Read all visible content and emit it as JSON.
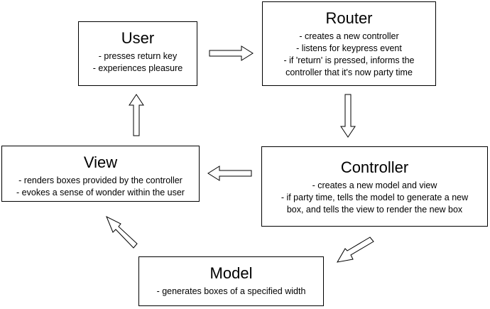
{
  "nodes": {
    "user": {
      "title": "User",
      "lines": [
        "- presses return key",
        "- experiences pleasure"
      ]
    },
    "router": {
      "title": "Router",
      "lines": [
        "- creates a new controller",
        "- listens for keypress event",
        "- if 'return' is pressed, informs the",
        "controller that it's now party time"
      ]
    },
    "view": {
      "title": "View",
      "lines": [
        "- renders boxes provided by the controller",
        "- evokes a sense of wonder within the user"
      ]
    },
    "controller": {
      "title": "Controller",
      "lines": [
        "- creates a new model and view",
        "- if party time, tells the model to generate a new",
        "box, and tells the view to render the new box"
      ]
    },
    "model": {
      "title": "Model",
      "lines": [
        "- generates boxes of a specified width"
      ]
    }
  },
  "edges": [
    {
      "from": "user",
      "to": "router"
    },
    {
      "from": "router",
      "to": "controller"
    },
    {
      "from": "controller",
      "to": "view"
    },
    {
      "from": "controller",
      "to": "model"
    },
    {
      "from": "model",
      "to": "view"
    },
    {
      "from": "view",
      "to": "user"
    }
  ]
}
